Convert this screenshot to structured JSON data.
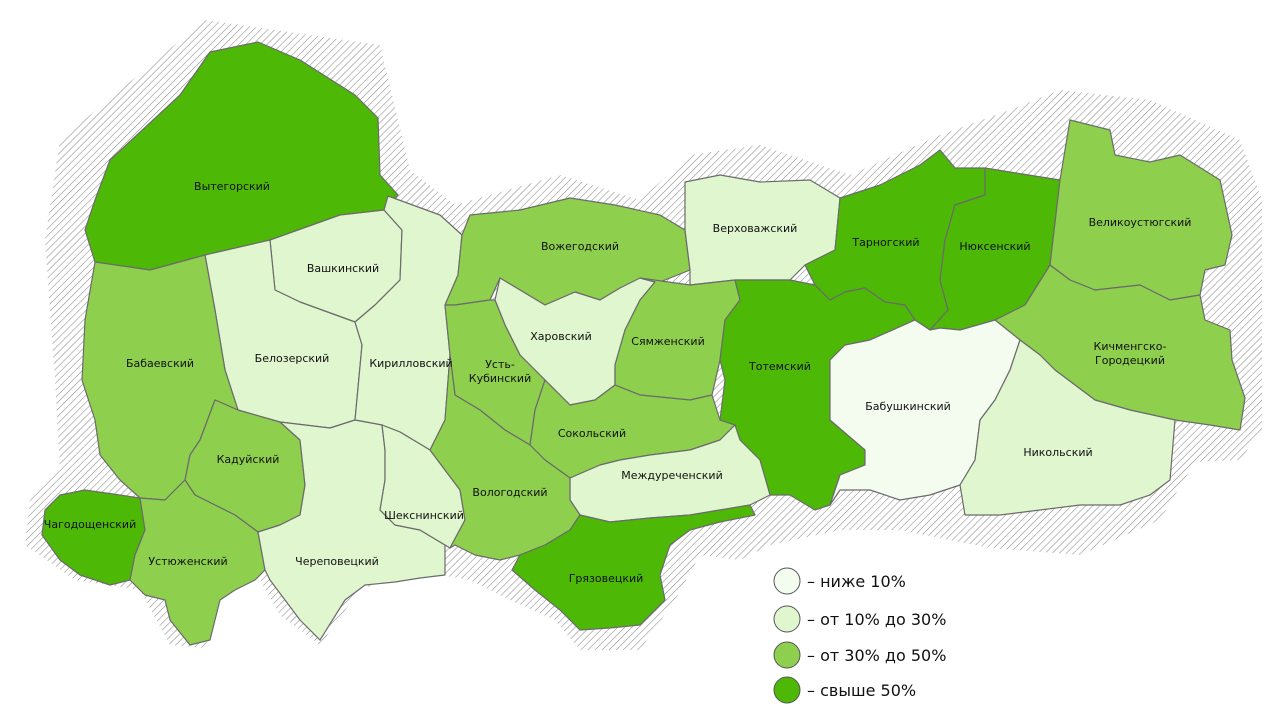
{
  "colors": {
    "lt10": "#f4fbef",
    "10to30": "#e0f6cf",
    "30to50": "#8ecf4e",
    "gt50": "#4db806",
    "hatch": "#8a8a8a"
  },
  "legend": [
    {
      "cls": "lt10",
      "label": "– ниже 10%"
    },
    {
      "cls": "10to30",
      "label": "– от 10% до 30%"
    },
    {
      "cls": "30to50",
      "label": "– от 30% до 50%"
    },
    {
      "cls": "gt50",
      "label": "– свыше 50%"
    }
  ],
  "districts": [
    {
      "id": "vytegorsky",
      "name": "Вытегорский",
      "cls": "gt50"
    },
    {
      "id": "vashkinsky",
      "name": "Вашкинский",
      "cls": "10to30"
    },
    {
      "id": "belozersky",
      "name": "Белозерский",
      "cls": "10to30"
    },
    {
      "id": "kirillovsky",
      "name": "Кирилловский",
      "cls": "10to30"
    },
    {
      "id": "vozhegodsky",
      "name": "Вожегодский",
      "cls": "30to50"
    },
    {
      "id": "verkhovazhsky",
      "name": "Верховажский",
      "cls": "10to30"
    },
    {
      "id": "tarnogsky",
      "name": "Тарногский",
      "cls": "gt50"
    },
    {
      "id": "nyuksensky",
      "name": "Нюксенский",
      "cls": "gt50"
    },
    {
      "id": "velikoustyugsky",
      "name": "Великоустюгский",
      "cls": "30to50"
    },
    {
      "id": "babaevsky",
      "name": "Бабаевский",
      "cls": "30to50"
    },
    {
      "id": "kharovsky",
      "name": "Харовский",
      "cls": "10to30"
    },
    {
      "id": "syamzhensky",
      "name": "Сямженский",
      "cls": "30to50"
    },
    {
      "id": "totemsky",
      "name": "Тотемский",
      "cls": "gt50"
    },
    {
      "id": "kichmengsko",
      "name": "Кичменгско-Городецкий",
      "cls": "30to50"
    },
    {
      "id": "ust-kubinsky",
      "name": "Усть-Кубинский",
      "cls": "30to50"
    },
    {
      "id": "babushkinsky",
      "name": "Бабушкинский",
      "cls": "lt10"
    },
    {
      "id": "nikolsky",
      "name": "Никольский",
      "cls": "10to30"
    },
    {
      "id": "kaduysky",
      "name": "Кадуйский",
      "cls": "30to50"
    },
    {
      "id": "sokolsky",
      "name": "Сокольский",
      "cls": "30to50"
    },
    {
      "id": "mezhdurechensky",
      "name": "Междуреченский",
      "cls": "10to30"
    },
    {
      "id": "chagodoshchensky",
      "name": "Чагодощенский",
      "cls": "gt50"
    },
    {
      "id": "ustyuzhensky",
      "name": "Устюженский",
      "cls": "30to50"
    },
    {
      "id": "cherepovetsky",
      "name": "Череповецкий",
      "cls": "10to30"
    },
    {
      "id": "sheksninsky",
      "name": "Шекснинский",
      "cls": "10to30"
    },
    {
      "id": "vologodsky",
      "name": "Вологодский",
      "cls": "30to50"
    },
    {
      "id": "gryazovetsky",
      "name": "Грязовецкий",
      "cls": "gt50"
    }
  ]
}
